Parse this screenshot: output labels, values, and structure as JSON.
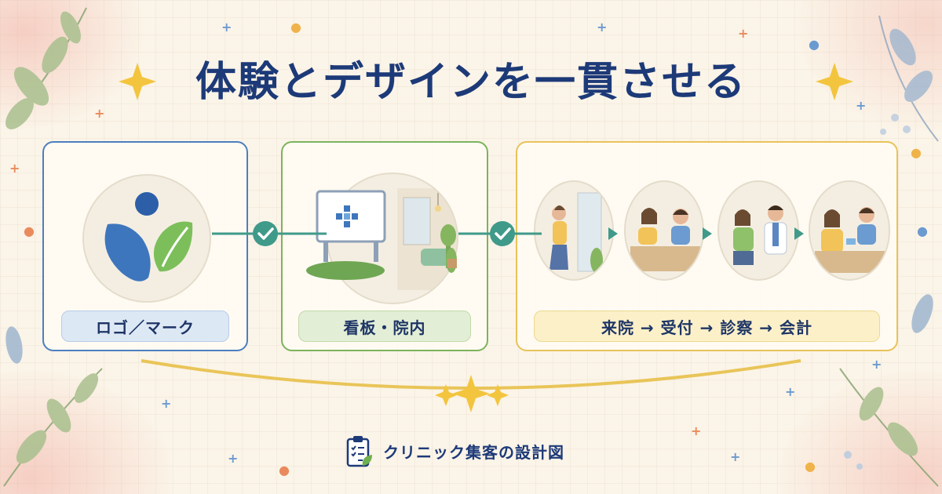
{
  "title": "体験とデザインを一貫させる",
  "steps": [
    {
      "label": "ロゴ／マーク"
    },
    {
      "label": "看板・院内"
    },
    {
      "label": "来院 → 受付 → 診察 → 会計"
    }
  ],
  "footer": {
    "text": "クリニック集客の設計図"
  },
  "colors": {
    "title": "#1d3a78",
    "blue": "#4d7fc0",
    "green": "#7db35c",
    "yellow": "#e8c35a",
    "connector": "#3f9a8a"
  },
  "icons": [
    "sparkle-icon",
    "check-icon",
    "arrow-right-icon",
    "clipboard-checklist-icon",
    "leaf-icon"
  ]
}
